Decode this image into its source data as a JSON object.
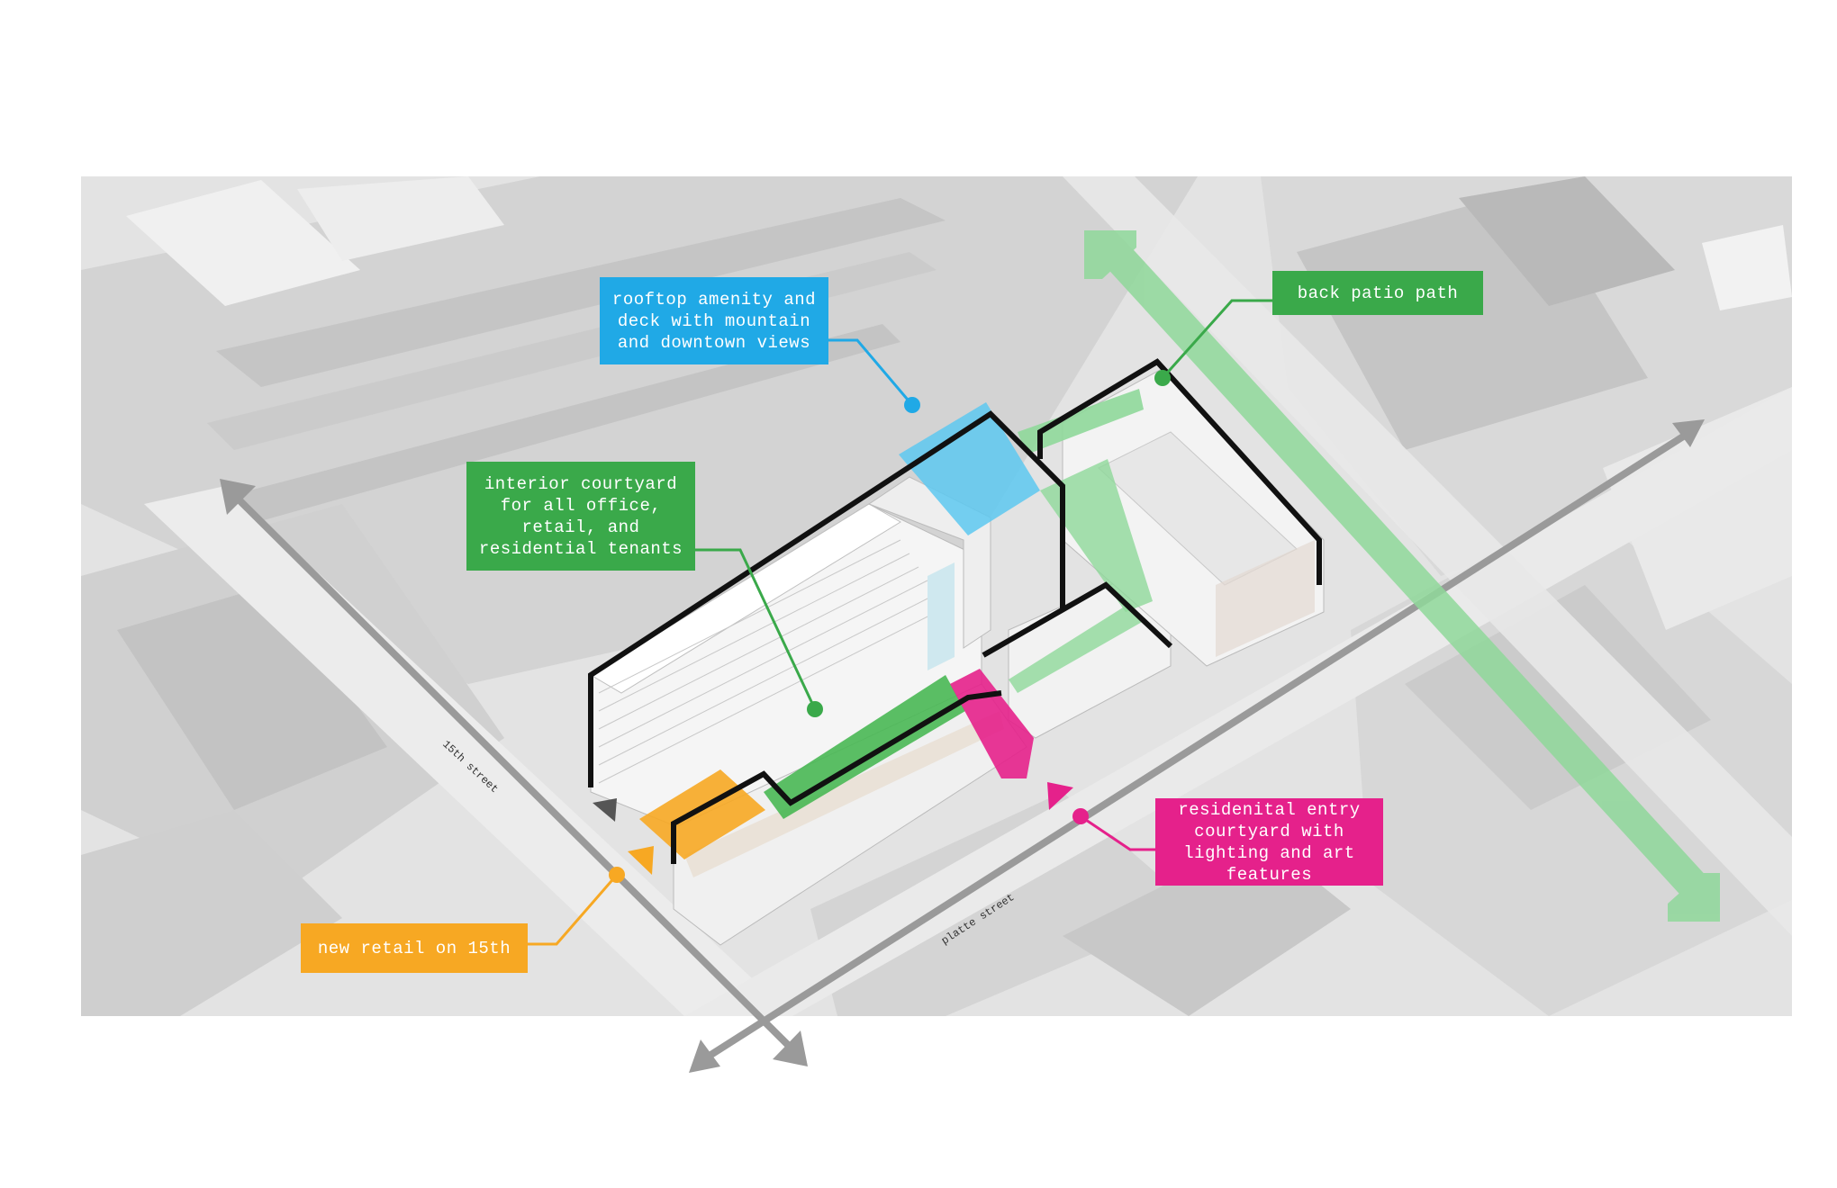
{
  "colors": {
    "blue": "#20a9e6",
    "green": "#3aa94a",
    "green_light": "#8fd89a",
    "magenta": "#e5218b",
    "orange": "#f7a823",
    "black": "#111111",
    "street_arrow": "#9a9a9a"
  },
  "callouts": {
    "rooftop": {
      "text": "rooftop amenity and\ndeck with mountain\nand downtown views",
      "color": "#20a9e6"
    },
    "patio": {
      "text": "back patio path",
      "color": "#3aa94a"
    },
    "courtyard": {
      "text": "interior courtyard\nfor all office,\nretail, and\nresidential tenants",
      "color": "#3aa94a"
    },
    "entry": {
      "text": "residenital entry\ncourtyard with\nlighting and art\nfeatures",
      "color": "#e5218b"
    },
    "retail": {
      "text": "new retail on 15th",
      "color": "#f7a823"
    }
  },
  "streets": {
    "fifteenth": "15th street",
    "platte": "platte street"
  },
  "icons": {
    "entry_arrows": "triangle-arrow-icon",
    "street_arrows": "double-headed-arrow-icon",
    "path_arrows": "double-headed-arrow-icon"
  }
}
